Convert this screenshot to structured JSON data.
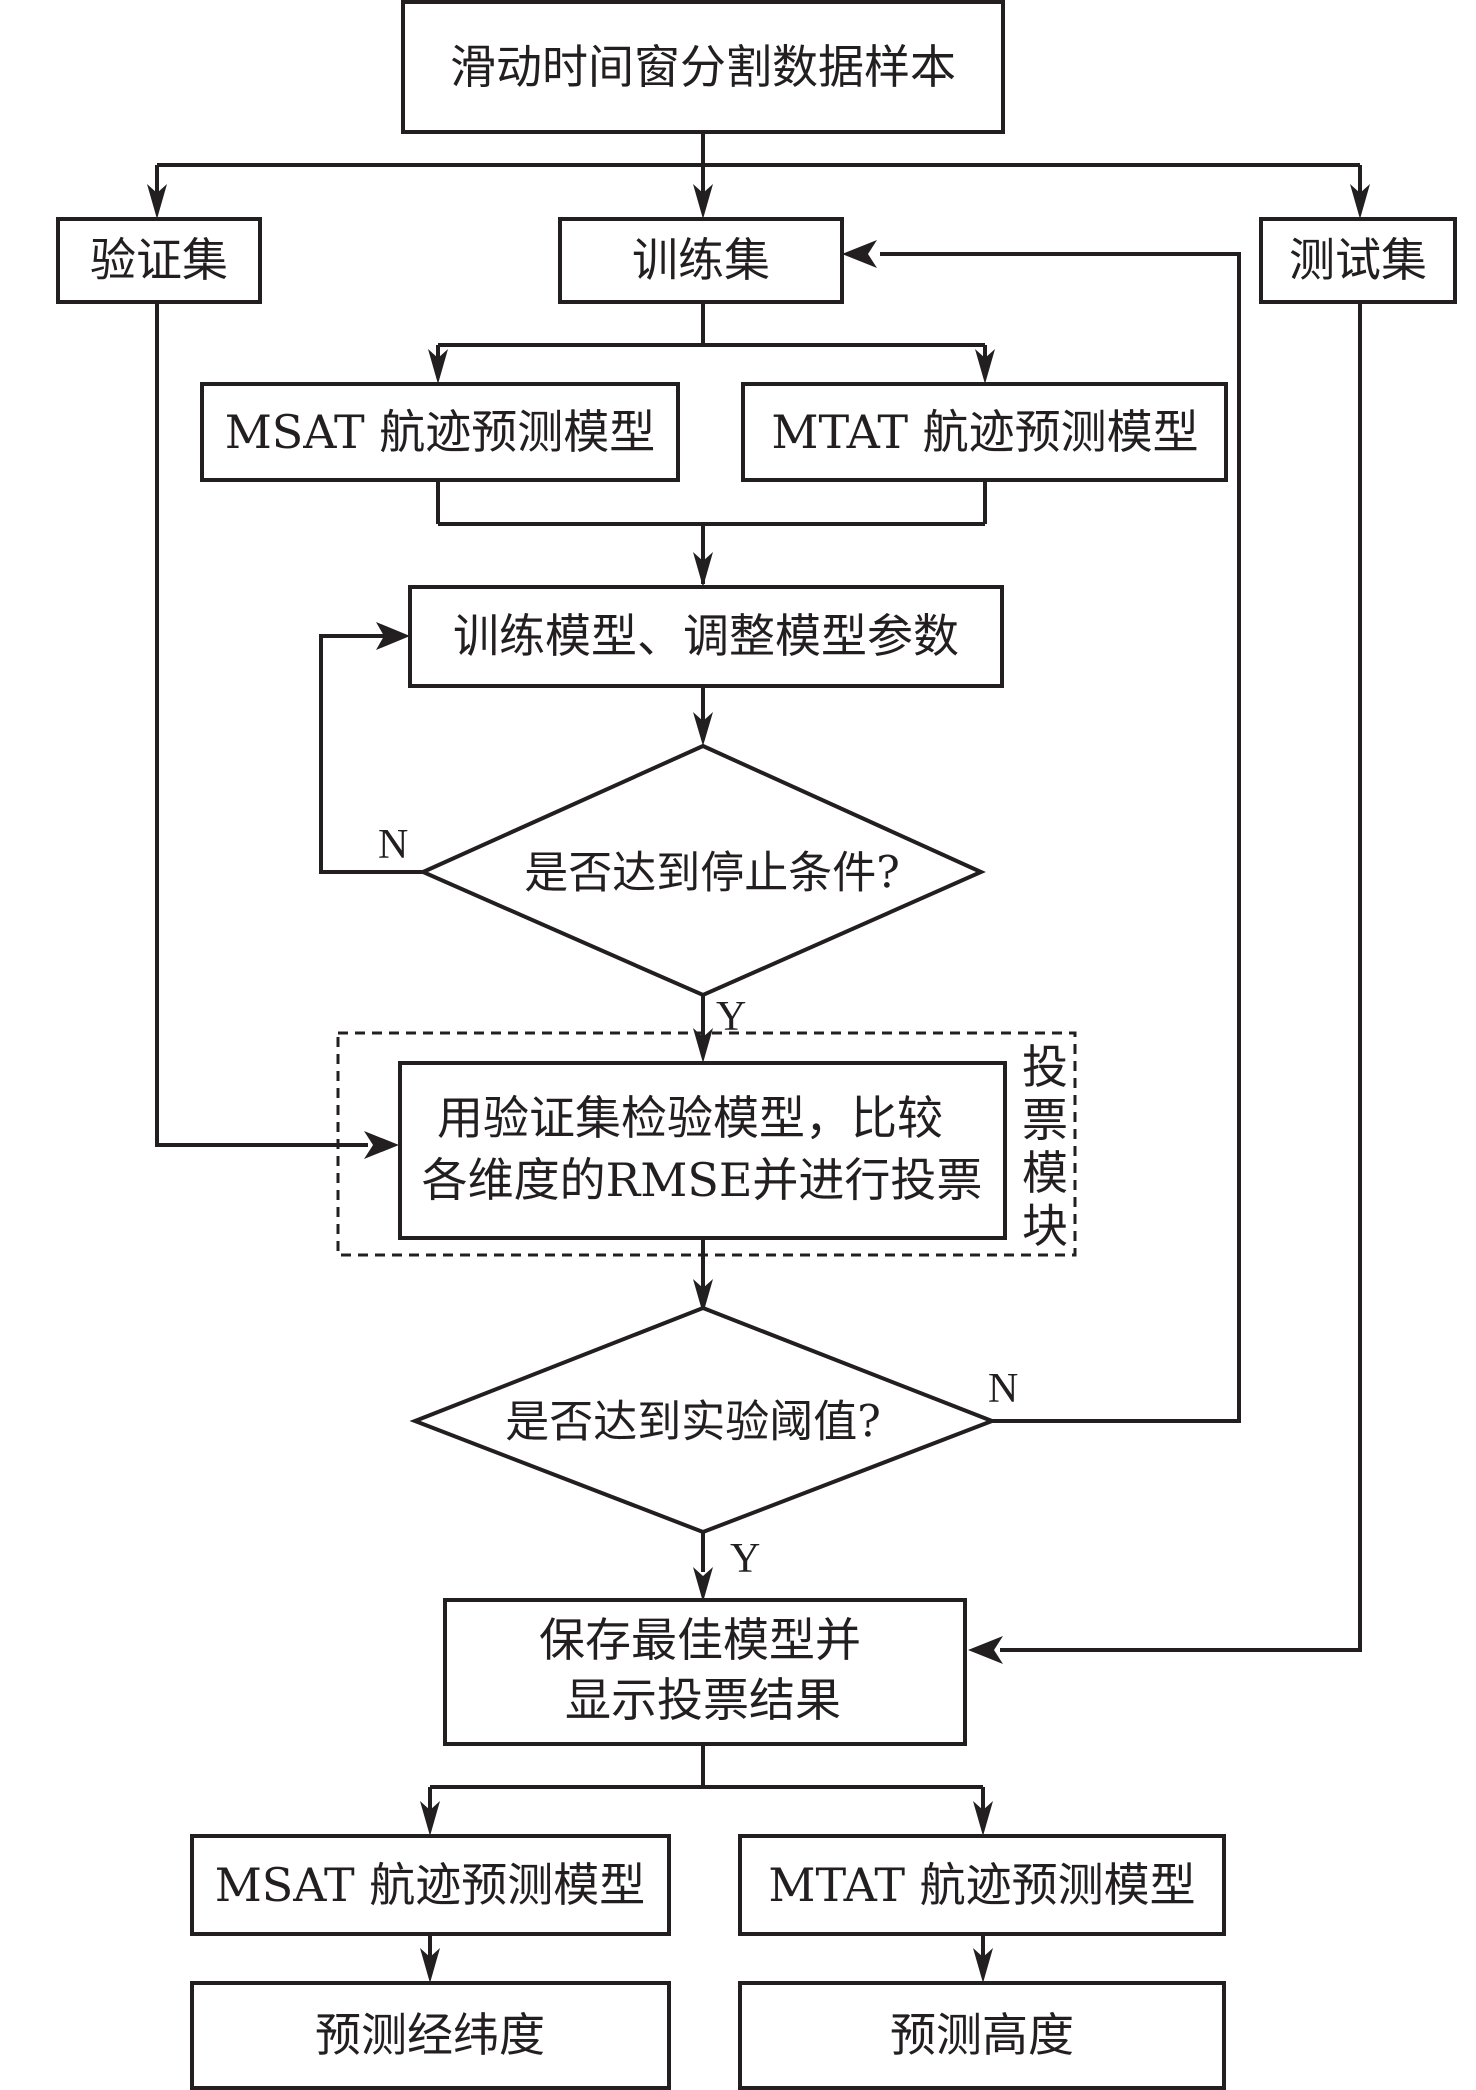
{
  "flowchart": {
    "start": "滑动时间窗分割数据样本",
    "validation_set": "验证集",
    "training_set": "训练集",
    "test_set": "测试集",
    "msat_model_top": "MSAT 航迹预测模型",
    "mtat_model_top": "MTAT 航迹预测模型",
    "train_tune": "训练模型、调整模型参数",
    "decision_stop": "是否达到停止条件?",
    "validate_line1": "用验证集检验模型，比较",
    "validate_line2": "各维度的RMSE并进行投票",
    "voting_module": [
      "投",
      "票",
      "模",
      "块"
    ],
    "decision_threshold": "是否达到实验阈值?",
    "save_line1": "保存最佳模型并",
    "save_line2": "显示投票结果",
    "msat_model_bottom": "MSAT 航迹预测模型",
    "mtat_model_bottom": "MTAT 航迹预测模型",
    "predict_latlon": "预测经纬度",
    "predict_altitude": "预测高度",
    "yes_label": "Y",
    "no_label": "N"
  }
}
